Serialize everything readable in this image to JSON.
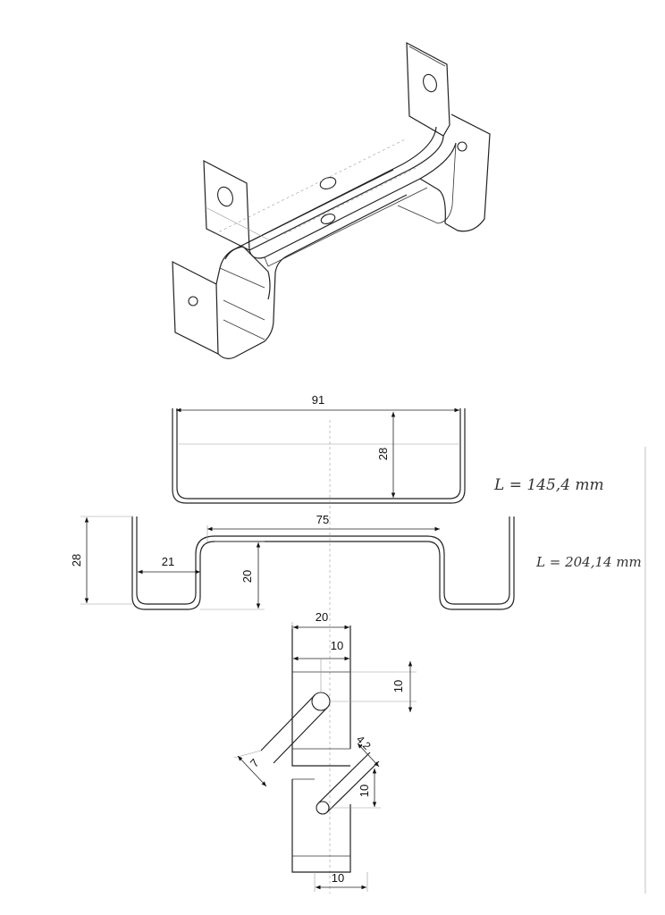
{
  "views": {
    "upper_bracket": {
      "width_label": "91",
      "height_label": "28",
      "length_note": "L = 145,4 mm"
    },
    "lower_bracket": {
      "overall_label": "75",
      "height_label": "28",
      "flange_label": "21",
      "step_label": "20",
      "length_note": "L = 204,14 mm"
    },
    "hole_detail": {
      "width_label": "20",
      "half_width_label": "10",
      "vertical_label": "10",
      "slot_length_label": "7",
      "offset_label": "4,2",
      "lower_vertical_label": "10",
      "bottom_width_label": "10"
    }
  }
}
